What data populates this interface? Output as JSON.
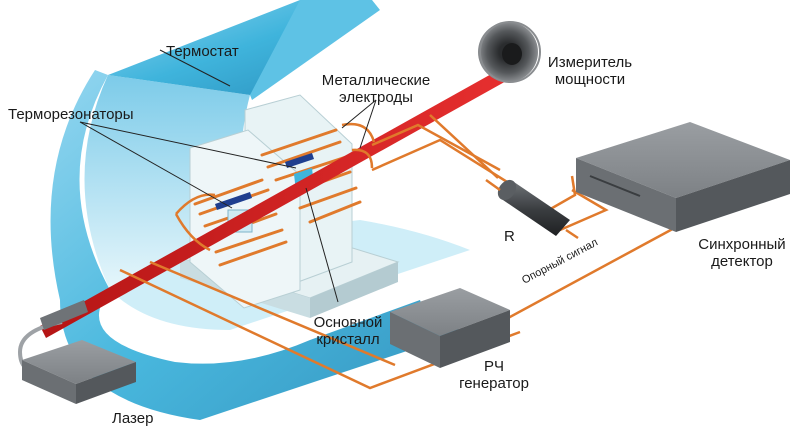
{
  "labels": {
    "thermostat": "Термостат",
    "thermoresonators": "Терморезонаторы",
    "metal_electrodes_1": "Металлические",
    "metal_electrodes_2": "электроды",
    "power_meter_1": "Измеритель",
    "power_meter_2": "мощности",
    "resistor": "R",
    "sync_detector_1": "Синхронный",
    "sync_detector_2": "детектор",
    "reference_signal": "Опорный сигнал",
    "main_crystal_1": "Основной",
    "main_crystal_2": "кристалл",
    "rf_generator_1": "РЧ",
    "rf_generator_2": "генератор",
    "laser": "Лазер"
  },
  "colors": {
    "thermostat_outer": "#3fb4dc",
    "thermostat_inner": "#bfe6f4",
    "laser_beam": "#d62020",
    "wire": "#e07a2c",
    "device_gray": "#6f7377",
    "plate": "#e4f0f2",
    "resonator": "#1f3f8f"
  },
  "icons": [
    "laser-box-icon",
    "rf-generator-box-icon",
    "sync-detector-box-icon",
    "power-meter-ring-icon",
    "resistor-icon"
  ]
}
